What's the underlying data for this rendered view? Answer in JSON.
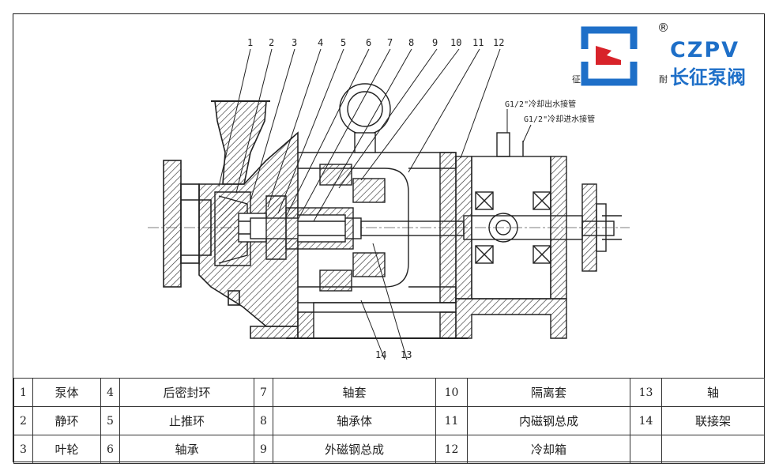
{
  "logo": {
    "brand": "CZPV",
    "name": "长征泵阀",
    "left_char": "征",
    "right_char": "耐",
    "registered": "®",
    "colors": {
      "blue": "#1e6fc8",
      "red": "#d8232a"
    }
  },
  "diagram": {
    "callouts": [
      "1",
      "2",
      "3",
      "4",
      "5",
      "6",
      "7",
      "8",
      "9",
      "10",
      "11",
      "12",
      "14",
      "13"
    ],
    "notes": {
      "outlet": "G1/2\"冷却出水接管",
      "inlet": "G1/2\"冷却进水接管"
    }
  },
  "parts_table": {
    "rows": [
      [
        {
          "no": "1",
          "name": "泵体"
        },
        {
          "no": "4",
          "name": "后密封环"
        },
        {
          "no": "7",
          "name": "轴套"
        },
        {
          "no": "10",
          "name": "隔离套"
        },
        {
          "no": "13",
          "name": "轴"
        }
      ],
      [
        {
          "no": "2",
          "name": "静环"
        },
        {
          "no": "5",
          "name": "止推环"
        },
        {
          "no": "8",
          "name": "轴承体"
        },
        {
          "no": "11",
          "name": "内磁钢总成"
        },
        {
          "no": "14",
          "name": "联接架"
        }
      ],
      [
        {
          "no": "3",
          "name": "叶轮"
        },
        {
          "no": "6",
          "name": "轴承"
        },
        {
          "no": "9",
          "name": "外磁钢总成"
        },
        {
          "no": "12",
          "name": "冷却箱"
        },
        {
          "no": "",
          "name": ""
        }
      ]
    ]
  }
}
